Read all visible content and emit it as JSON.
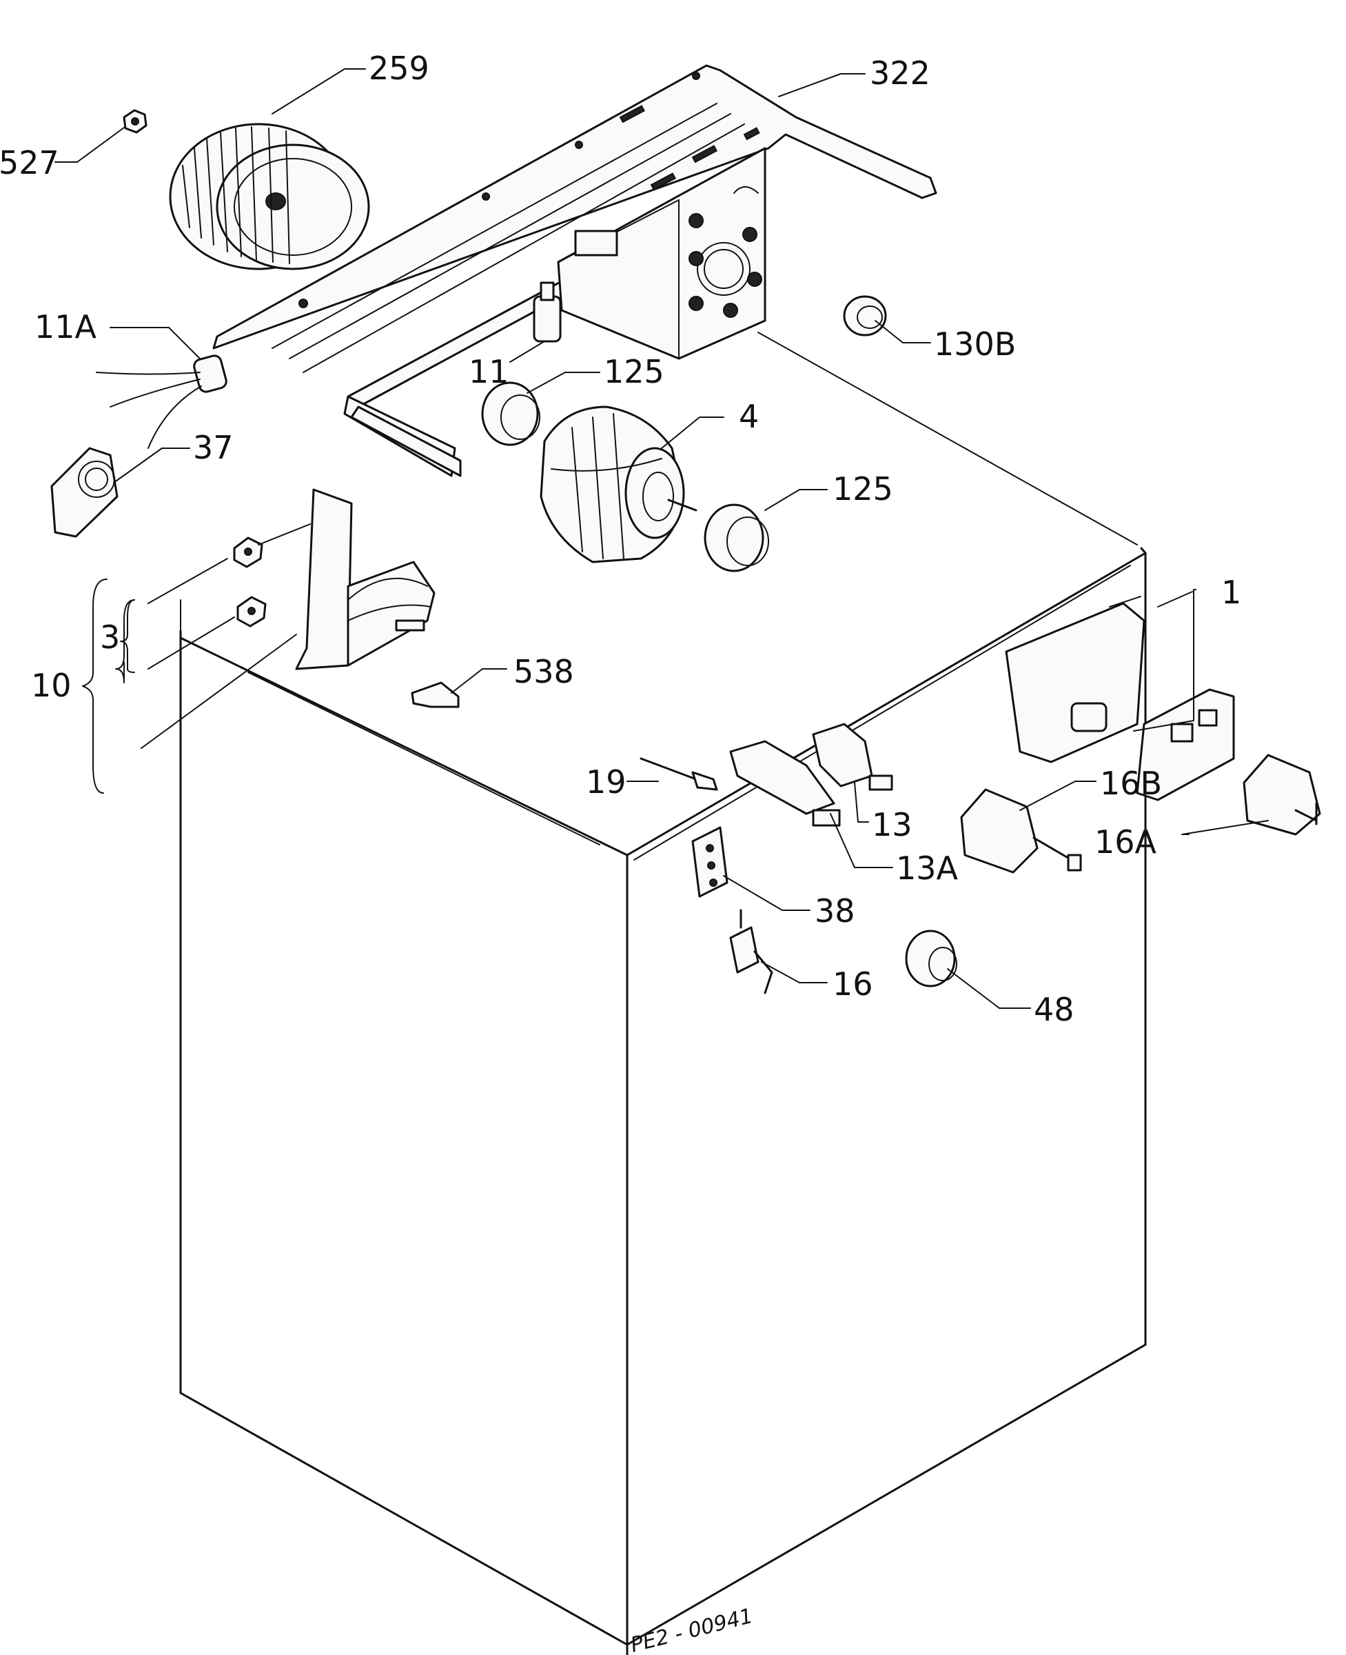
{
  "labels": {
    "l259": "259",
    "l322": "322",
    "l527": "527",
    "l11A": "11A",
    "l130B": "130B",
    "l11": "11",
    "l125a": "125",
    "l4": "4",
    "l37": "37",
    "l125b": "125",
    "l1": "1",
    "l3": "3",
    "l10": "10",
    "l538": "538",
    "l16B": "16B",
    "l19": "19",
    "l13": "13",
    "l16A": "16A",
    "l13A": "13A",
    "l38": "38",
    "l16": "16",
    "l48": "48"
  },
  "drawing_code": "PE2 - 00941"
}
